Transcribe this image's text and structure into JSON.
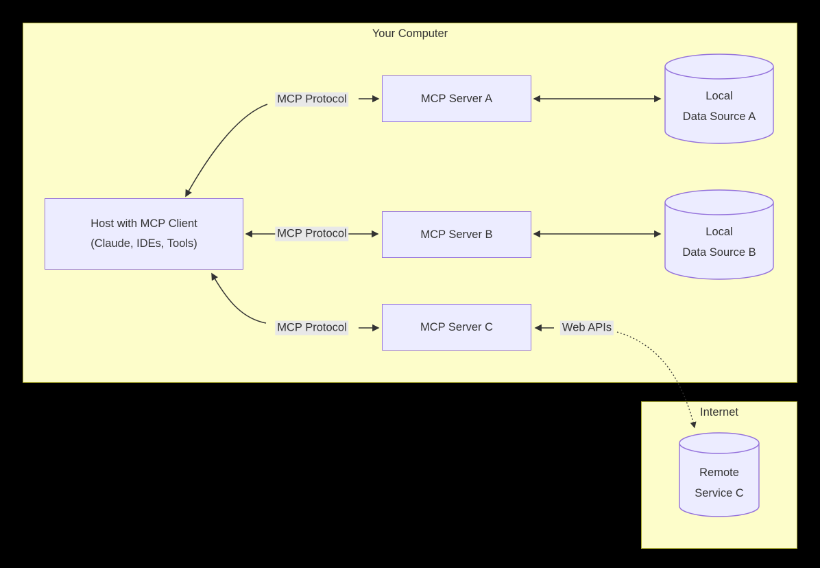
{
  "diagram": {
    "clusters": {
      "your_computer": {
        "label": "Your Computer"
      },
      "internet": {
        "label": "Internet"
      }
    },
    "nodes": {
      "host": {
        "line1": "Host with MCP Client",
        "line2": "(Claude, IDEs, Tools)"
      },
      "server_a": {
        "label": "MCP Server A"
      },
      "server_b": {
        "label": "MCP Server B"
      },
      "server_c": {
        "label": "MCP Server C"
      },
      "data_source_a": {
        "line1": "Local",
        "line2": "Data Source A"
      },
      "data_source_b": {
        "line1": "Local",
        "line2": "Data Source B"
      },
      "remote_service_c": {
        "line1": "Remote",
        "line2": "Service C"
      }
    },
    "edges": [
      {
        "from": "host",
        "to": "server_a",
        "label": "MCP Protocol",
        "bidirectional": true,
        "style": "solid"
      },
      {
        "from": "server_a",
        "to": "data_source_a",
        "label": "",
        "bidirectional": true,
        "style": "solid"
      },
      {
        "from": "host",
        "to": "server_b",
        "label": "MCP Protocol",
        "bidirectional": true,
        "style": "solid"
      },
      {
        "from": "server_b",
        "to": "data_source_b",
        "label": "",
        "bidirectional": true,
        "style": "solid"
      },
      {
        "from": "host",
        "to": "server_c",
        "label": "MCP Protocol",
        "bidirectional": true,
        "style": "solid"
      },
      {
        "from": "server_c",
        "to": "remote_service_c",
        "label": "Web APIs",
        "bidirectional": false,
        "style": "solid-then-dotted"
      }
    ],
    "colors": {
      "page_background": "#000000",
      "cluster_fill": "#fdfdca",
      "cluster_border": "#aaaa33",
      "node_fill": "#ececff",
      "node_border": "#9370db",
      "edge_label_background": "#e8e8e8",
      "edge_stroke": "#333333",
      "text": "#333333"
    }
  }
}
